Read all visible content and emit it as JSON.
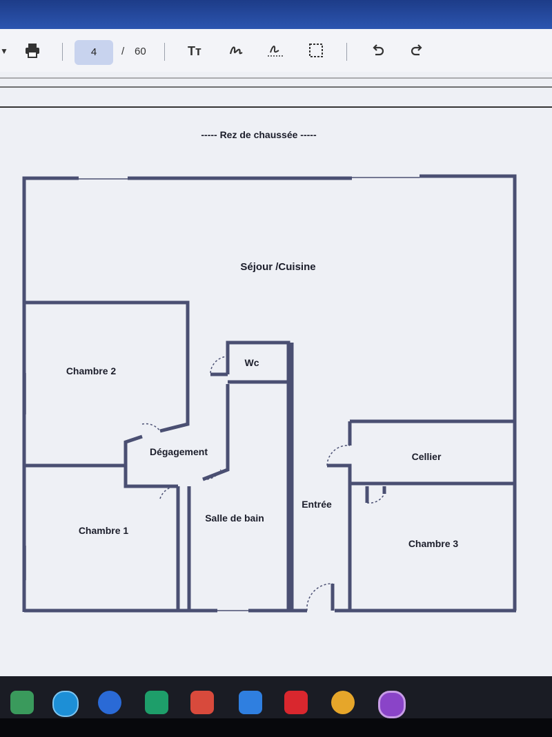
{
  "toolbar": {
    "current_page": "4",
    "page_separator": "/",
    "total_pages": "60",
    "text_tool_label": "Tт"
  },
  "plan": {
    "title": "----- Rez de chaussée -----",
    "rooms": {
      "sejour": "Séjour /Cuisine",
      "chambre2": "Chambre 2",
      "wc": "Wc",
      "degagement": "Dégagement",
      "cellier": "Cellier",
      "salle_de_bain": "Salle de bain",
      "entree": "Entrée",
      "chambre1": "Chambre 1",
      "chambre3": "Chambre 3"
    }
  },
  "colors": {
    "wall": "#4a4f72",
    "toolbar_bg": "#f3f4f8",
    "page_box": "#c8d3ee",
    "accent_top": "#2c55b0"
  }
}
